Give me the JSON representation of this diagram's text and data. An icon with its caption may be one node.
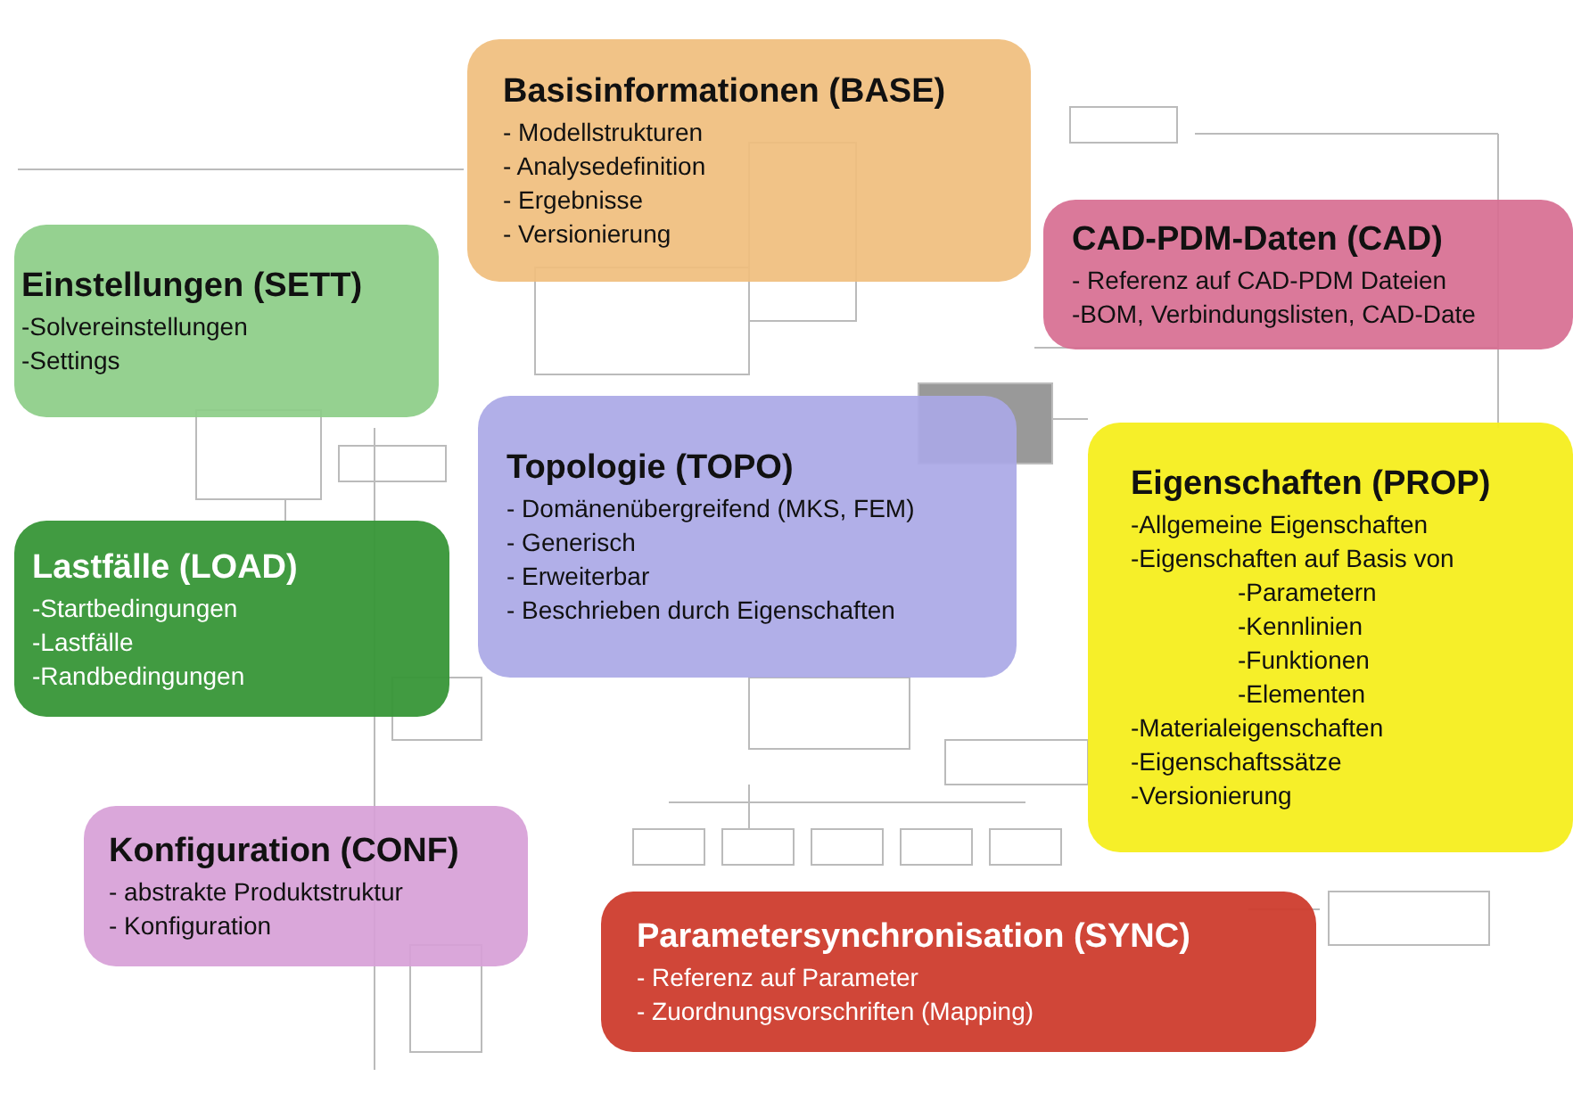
{
  "diagram": {
    "nodes": [
      {
        "text": [
          "Basisinformationen (BASE)",
          "- Modellstrukturen",
          "- Analysedefinition",
          "- Ergebnisse",
          "- Versionierung"
        ]
      },
      {
        "text": [
          "Einstellungen (SETT)",
          "-Solvereinstellungen",
          "-Settings"
        ]
      },
      {
        "text": [
          "CAD-PDM-Daten (CAD)",
          "- Referenz auf CAD-PDM Dateien",
          "-BOM, Verbindungslisten, CAD-Date"
        ]
      },
      {
        "text": [
          "Topologie (TOPO)",
          "- Domänenübergreifend (MKS, FEM)",
          "- Generisch",
          "- Erweiterbar",
          "- Beschrieben durch Eigenschaften"
        ]
      },
      {
        "text": [
          "Eigenschaften (PROP)",
          "-Allgemeine Eigenschaften",
          "-Eigenschaften auf Basis von",
          "-Parametern",
          "-Kennlinien",
          "-Funktionen",
          "-Elementen",
          "-Materialeigenschaften",
          "-Eigenschaftssätze",
          "-Versionierung"
        ]
      },
      {
        "text": [
          "Lastfälle (LOAD)",
          "-Startbedingungen",
          "-Lastfälle",
          "-Randbedingungen"
        ]
      },
      {
        "text": [
          "Konfiguration (CONF)",
          "- abstrakte Produktstruktur",
          "- Konfiguration"
        ]
      },
      {
        "text": [
          "Parametersynchronisation (SYNC)",
          "- Referenz auf Parameter",
          "- Zuordnungsvorschriften (Mapping)"
        ]
      }
    ]
  }
}
